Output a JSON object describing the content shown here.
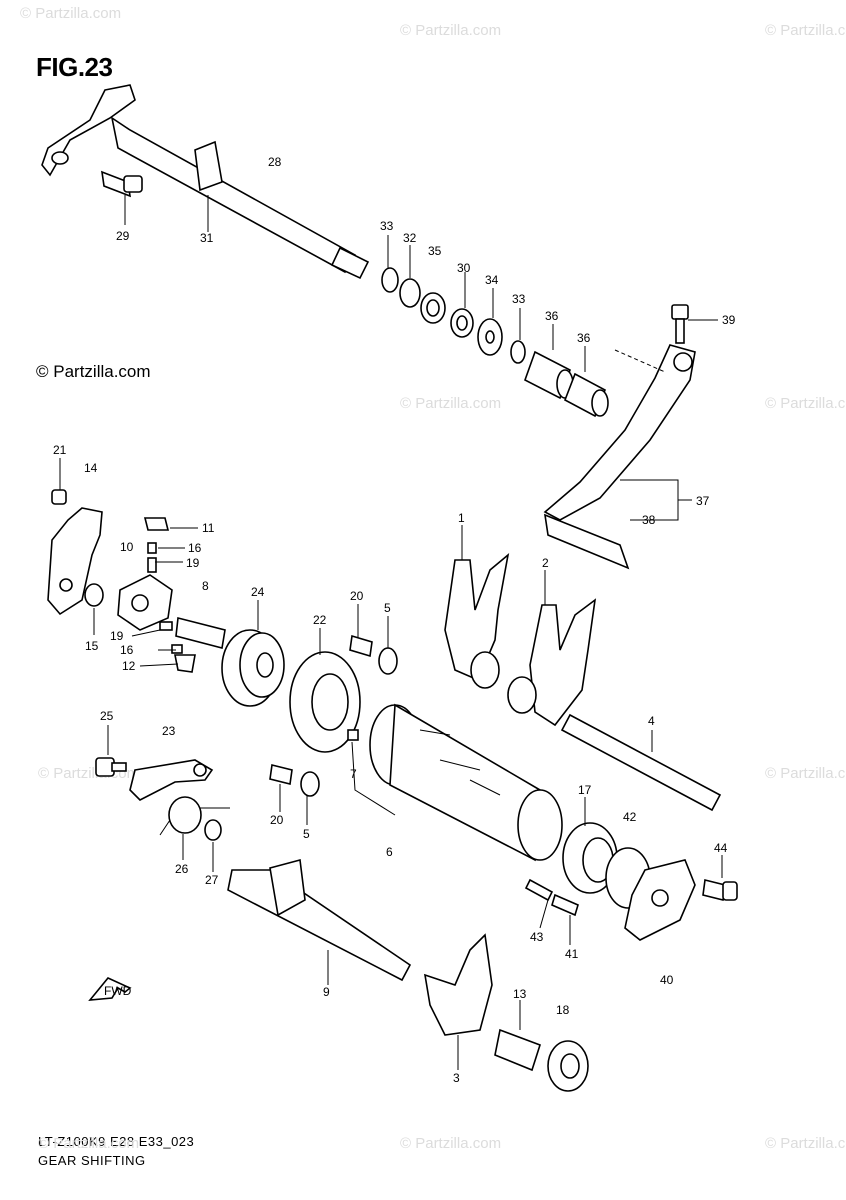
{
  "figure": {
    "title": "FIG.23",
    "copyright": "© Partzilla.com",
    "watermark": "© Partzilla.com",
    "code": "LT-Z100K9 E28 E33_023",
    "caption": "GEAR SHIFTING",
    "fwd_label": "FWD"
  },
  "labels": {
    "l1": "1",
    "l2": "2",
    "l3": "3",
    "l4": "4",
    "l5a": "5",
    "l5b": "5",
    "l6": "6",
    "l7": "7",
    "l8": "8",
    "l9": "9",
    "l10": "10",
    "l11": "11",
    "l12": "12",
    "l13": "13",
    "l14": "14",
    "l15": "15",
    "l16a": "16",
    "l16b": "16",
    "l17": "17",
    "l18": "18",
    "l19a": "19",
    "l19b": "19",
    "l20a": "20",
    "l20b": "20",
    "l21": "21",
    "l22": "22",
    "l23": "23",
    "l24": "24",
    "l25": "25",
    "l26": "26",
    "l27": "27",
    "l28": "28",
    "l29": "29",
    "l30": "30",
    "l31": "31",
    "l32": "32",
    "l33a": "33",
    "l33b": "33",
    "l34": "34",
    "l35": "35",
    "l36a": "36",
    "l36b": "36",
    "l37": "37",
    "l38": "38",
    "l39": "39",
    "l40": "40",
    "l41": "41",
    "l42": "42",
    "l43": "43",
    "l44": "44"
  }
}
